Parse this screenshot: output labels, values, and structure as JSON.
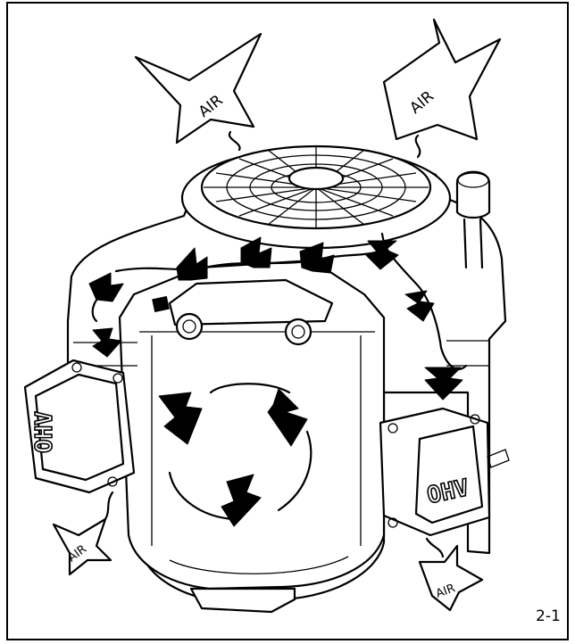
{
  "figure": {
    "number": "2-1",
    "air_labels": [
      "AIR",
      "AIR",
      "AIR",
      "AIR"
    ],
    "valve_cover_labels": [
      "OHV",
      "OHV"
    ]
  }
}
